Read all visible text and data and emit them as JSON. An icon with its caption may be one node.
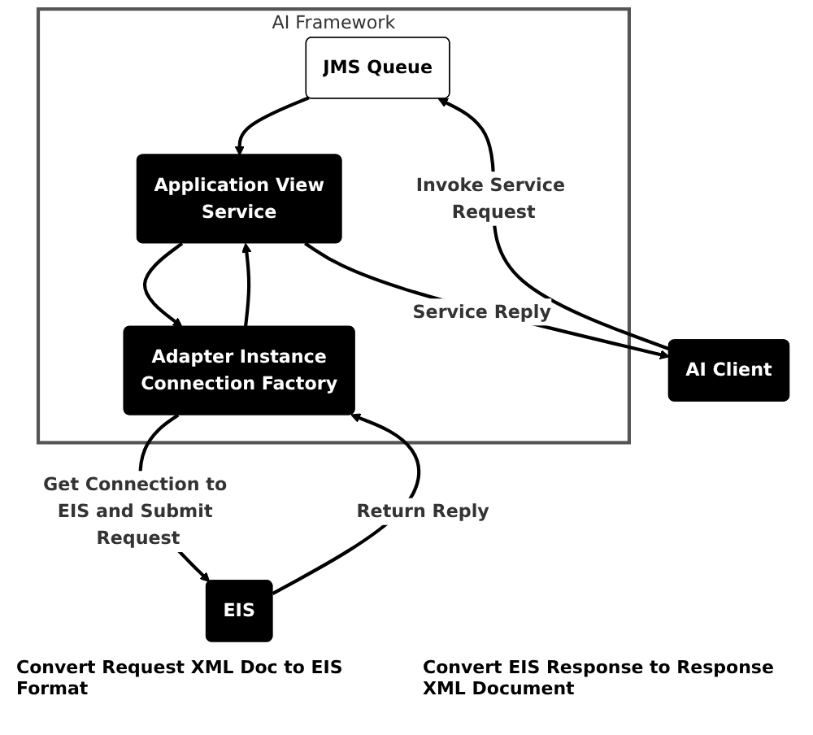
{
  "diagram": {
    "nodes": [
      {
        "text": [
          "AI Framework"
        ]
      },
      {
        "text": [
          "AI Client"
        ]
      },
      {
        "text": [
          "JMS Queue"
        ],
        "in": 0
      },
      {
        "text": [
          "Application View",
          "Service"
        ],
        "in": 0
      },
      {
        "text": [
          "Adapter Instance",
          "Connection Factory"
        ],
        "in": 0
      },
      {
        "text": [
          "EIS"
        ]
      }
    ],
    "edges": [
      {
        "from": 1,
        "to": 2,
        "arrow": "to",
        "label": "Invoke Service Request"
      },
      {
        "from": 2,
        "to": 3,
        "arrow": "to"
      },
      {
        "from": 3,
        "to": 1,
        "arrow": "to",
        "label": "Service Reply"
      },
      {
        "from": 3,
        "to": 4,
        "arrow": "to"
      },
      {
        "from": 4,
        "to": 3,
        "arrow": "to"
      },
      {
        "from": 4,
        "to": 5,
        "arrow": "to",
        "label": "Get Connection to EIS and Submit Request"
      },
      {
        "from": 5,
        "to": 4,
        "arrow": "to",
        "label": "Return Reply"
      }
    ],
    "labels": [
      "Convert Request XML Doc to EIS Format",
      "Convert EIS Response to Response XML Document"
    ]
  }
}
